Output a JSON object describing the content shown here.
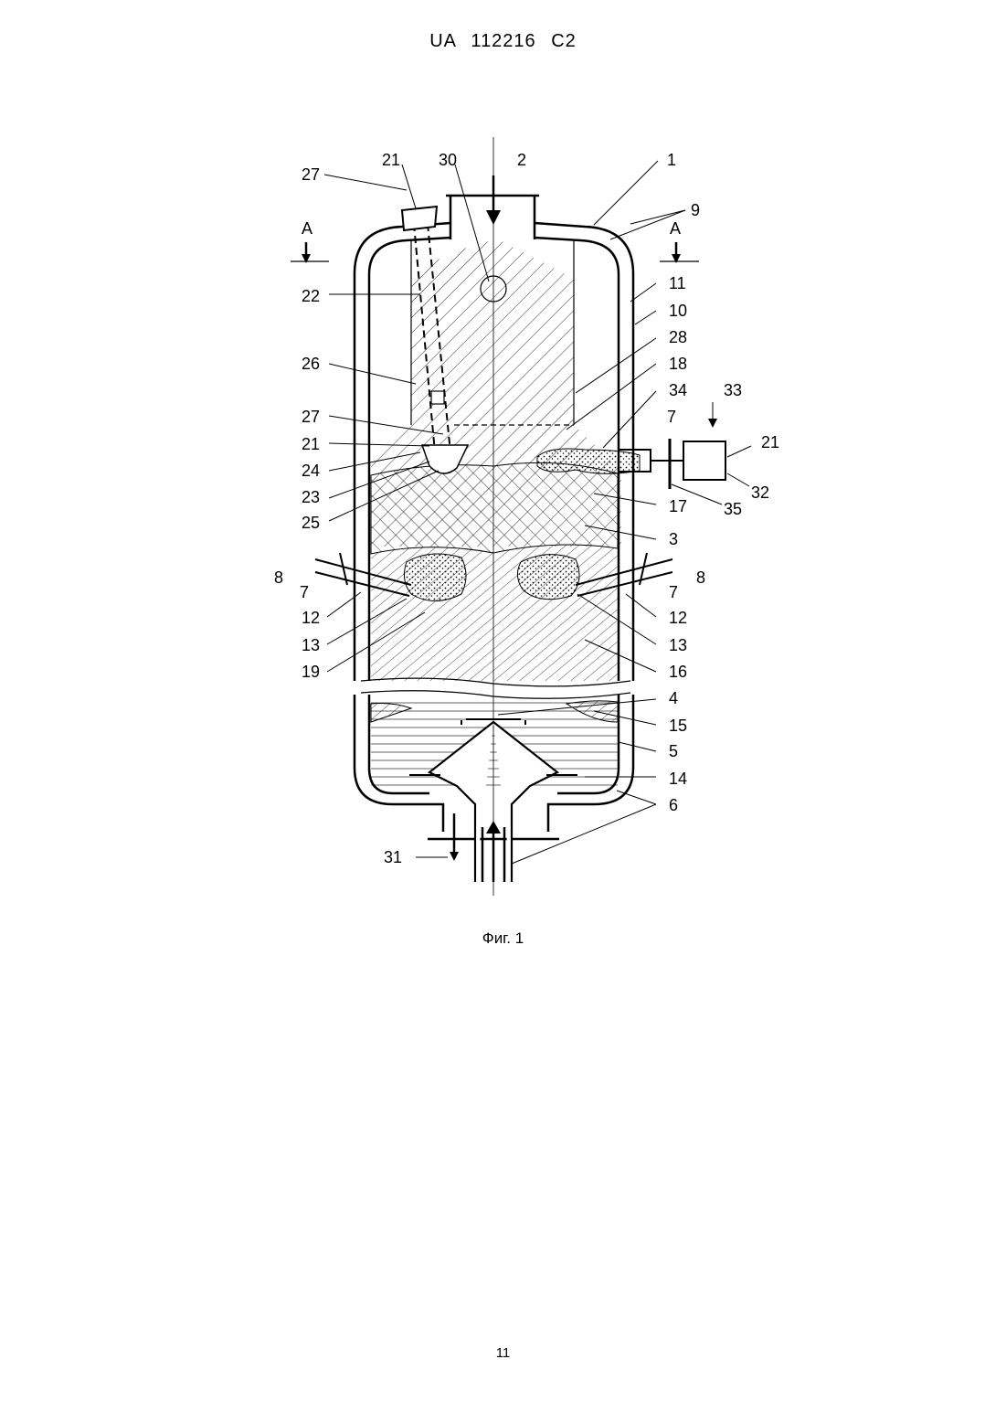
{
  "header": {
    "patent": "UA   112216   C2"
  },
  "caption": "Фиг. 1",
  "page_number": "11",
  "section_marks": {
    "left": "A",
    "right": "A"
  },
  "labels": [
    {
      "id": "1",
      "text": "1"
    },
    {
      "id": "2",
      "text": "2"
    },
    {
      "id": "3",
      "text": "3"
    },
    {
      "id": "4",
      "text": "4"
    },
    {
      "id": "5",
      "text": "5"
    },
    {
      "id": "6",
      "text": "6"
    },
    {
      "id": "7a",
      "text": "7"
    },
    {
      "id": "7b",
      "text": "7"
    },
    {
      "id": "7c",
      "text": "7"
    },
    {
      "id": "8a",
      "text": "8"
    },
    {
      "id": "8b",
      "text": "8"
    },
    {
      "id": "9",
      "text": "9"
    },
    {
      "id": "10",
      "text": "10"
    },
    {
      "id": "11",
      "text": "11"
    },
    {
      "id": "12a",
      "text": "12"
    },
    {
      "id": "12b",
      "text": "12"
    },
    {
      "id": "13a",
      "text": "13"
    },
    {
      "id": "13b",
      "text": "13"
    },
    {
      "id": "14",
      "text": "14"
    },
    {
      "id": "15",
      "text": "15"
    },
    {
      "id": "16",
      "text": "16"
    },
    {
      "id": "17",
      "text": "17"
    },
    {
      "id": "18",
      "text": "18"
    },
    {
      "id": "19",
      "text": "19"
    },
    {
      "id": "21a",
      "text": "21"
    },
    {
      "id": "21b",
      "text": "21"
    },
    {
      "id": "21c",
      "text": "21"
    },
    {
      "id": "22",
      "text": "22"
    },
    {
      "id": "23",
      "text": "23"
    },
    {
      "id": "24",
      "text": "24"
    },
    {
      "id": "25",
      "text": "25"
    },
    {
      "id": "26",
      "text": "26"
    },
    {
      "id": "27a",
      "text": "27"
    },
    {
      "id": "27b",
      "text": "27"
    },
    {
      "id": "28",
      "text": "28"
    },
    {
      "id": "30",
      "text": "30"
    },
    {
      "id": "31",
      "text": "31"
    },
    {
      "id": "32",
      "text": "32"
    },
    {
      "id": "33",
      "text": "33"
    },
    {
      "id": "34",
      "text": "34"
    },
    {
      "id": "35",
      "text": "35"
    }
  ]
}
